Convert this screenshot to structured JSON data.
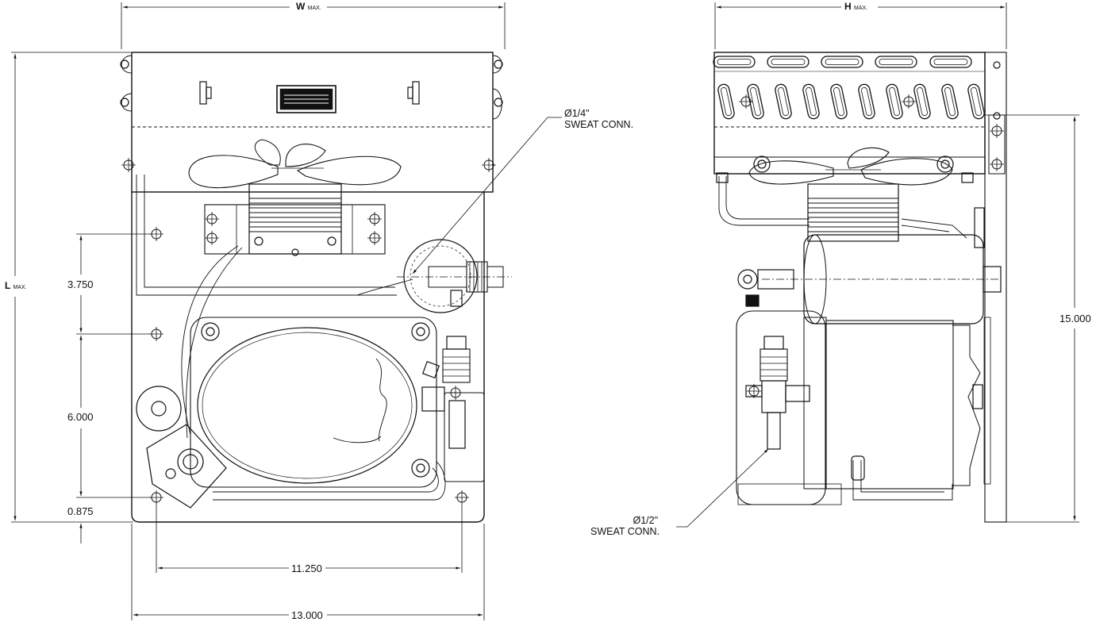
{
  "front_view": {
    "width_label": "W",
    "width_suffix": "MAX.",
    "length_label": "L",
    "length_suffix": "MAX.",
    "dim_3750": "3.750",
    "dim_6000": "6.000",
    "dim_0875": "0.875",
    "dim_11250": "11.250",
    "dim_13000": "13.000",
    "sweat_14_line1": "Ø1/4\"",
    "sweat_14_line2": "SWEAT CONN."
  },
  "side_view": {
    "height_label": "H",
    "height_suffix": "MAX.",
    "dim_15000": "15.000",
    "sweat_12_line1": "Ø1/2\"",
    "sweat_12_line2": "SWEAT CONN."
  }
}
